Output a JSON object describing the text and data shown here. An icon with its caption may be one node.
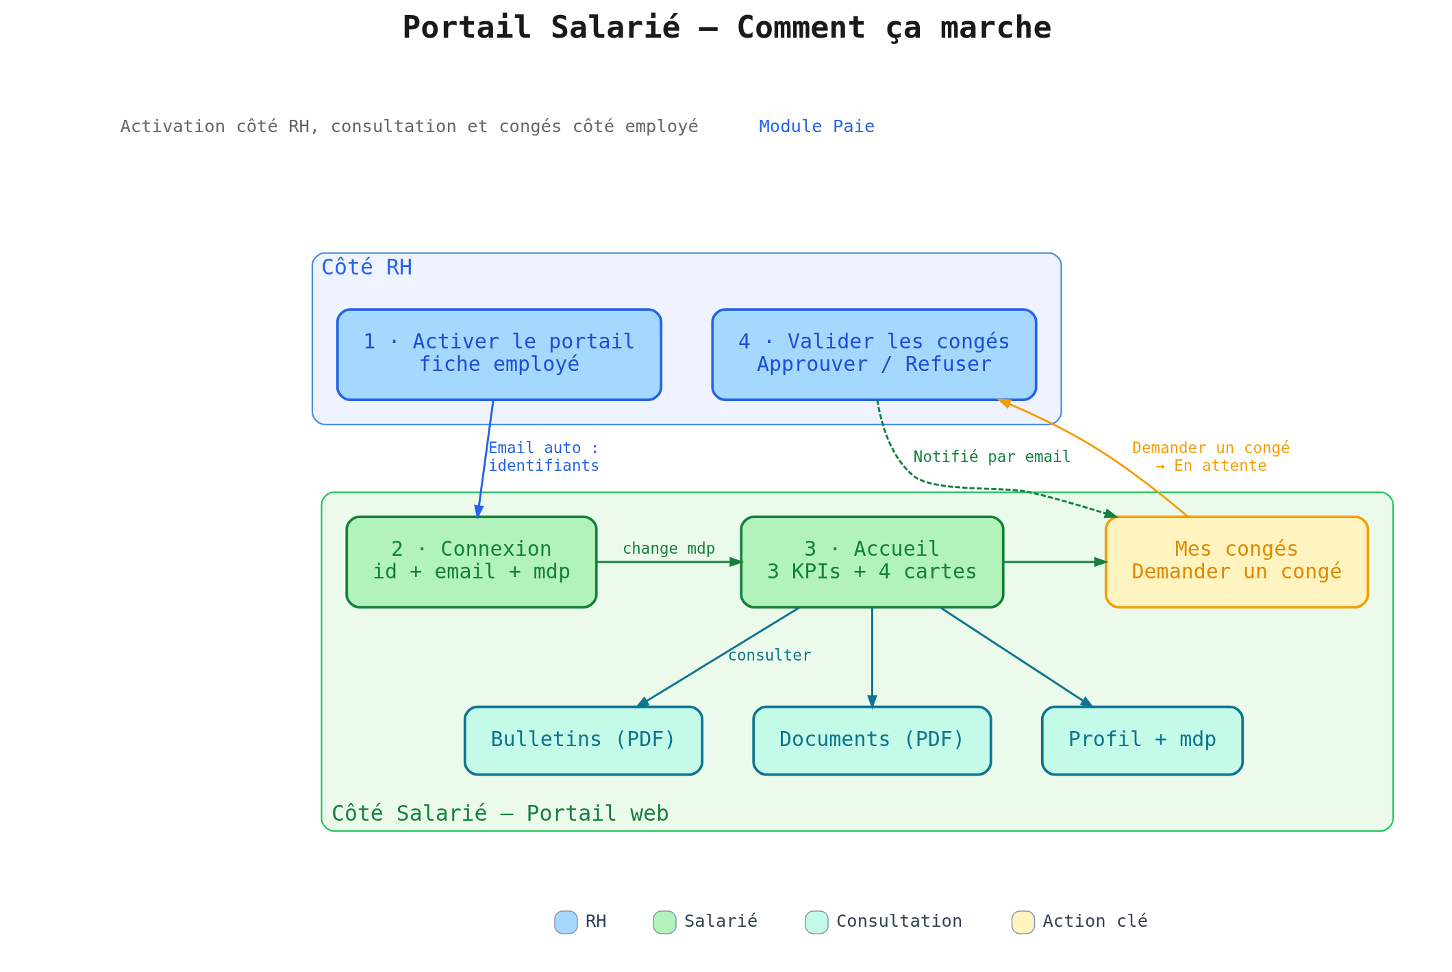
{
  "diagram": {
    "title": "Portail Salarié — Comment ça marche",
    "nodes": [
      {
        "text": [
          "Côté RH"
        ]
      },
      {
        "text": [
          "1 · Activer le portail",
          "fiche employé"
        ],
        "in": 0
      },
      {
        "text": [
          "4 · Valider les congés",
          "Approuver / Refuser"
        ],
        "in": 0
      },
      {
        "text": [
          "Côté Salarié — Portail web"
        ]
      },
      {
        "text": [
          "2 · Connexion",
          "id + email + mdp"
        ],
        "in": 3
      },
      {
        "text": [
          "3 · Accueil",
          "3 KPIs + 4 cartes"
        ],
        "in": 3
      },
      {
        "text": [
          "Mes congés",
          "Demander un congé"
        ],
        "in": 3
      },
      {
        "text": [
          "Bulletins (PDF)"
        ],
        "in": 3
      },
      {
        "text": [
          "Documents (PDF)"
        ],
        "in": 3
      },
      {
        "text": [
          "Profil + mdp"
        ],
        "in": 3
      }
    ],
    "edges": [
      {
        "from": 1,
        "to": 4,
        "arrow": "to",
        "label": "Email auto : identifiants",
        "color": "#2563eb"
      },
      {
        "from": 4,
        "to": 5,
        "arrow": "to",
        "label": "change mdp",
        "color": "#15803d"
      },
      {
        "from": 5,
        "to": 6,
        "arrow": "to",
        "color": "#15803d"
      },
      {
        "from": 5,
        "to": 7,
        "arrow": "to",
        "label": "consulter"
      },
      {
        "from": 5,
        "to": 8,
        "arrow": "to"
      },
      {
        "from": 5,
        "to": 9,
        "arrow": "to"
      },
      {
        "from": 6,
        "to": 2,
        "arrow": "to",
        "label": "Demander un congé → En attente",
        "color": "#f59e0b"
      },
      {
        "from": 2,
        "to": 6,
        "arrow": "to",
        "label": "Notifié par email",
        "style": "dashed",
        "color": "#15803d"
      }
    ],
    "labels": [
      "Activation côté RH, consultation et congés côté employé",
      "Module Paie"
    ],
    "legend": [
      {
        "text": "RH",
        "color": "#a5d8ff"
      },
      {
        "text": "Salarié",
        "color": "#b2f2bb"
      },
      {
        "text": "Consultation",
        "color": "#c3fae8"
      },
      {
        "text": "Action clé",
        "color": "#fff3bf"
      }
    ]
  }
}
